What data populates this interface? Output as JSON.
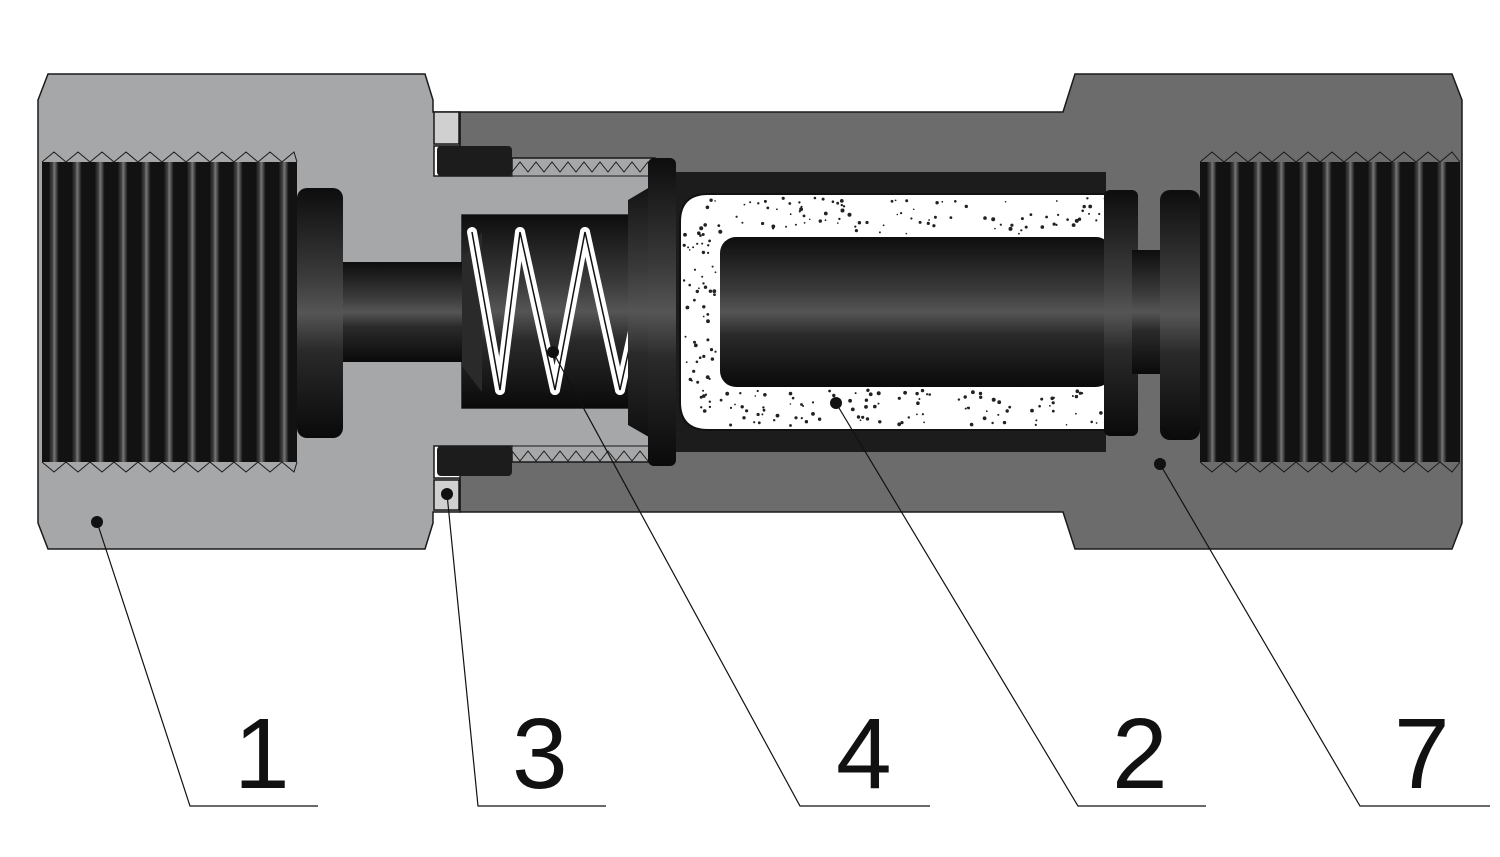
{
  "callouts": [
    {
      "id": "p1",
      "number": "1"
    },
    {
      "id": "p3",
      "number": "3"
    },
    {
      "id": "p4",
      "number": "4"
    },
    {
      "id": "p2",
      "number": "2"
    },
    {
      "id": "p7",
      "number": "7"
    }
  ],
  "colors": {
    "left_body": "#a6a7a9",
    "right_body": "#6c6c6c",
    "dark_part": "#1c1c1c",
    "spring": "#ffffff",
    "filter_fill": "#ffffff",
    "seal_ring": "#d0d0d0"
  }
}
